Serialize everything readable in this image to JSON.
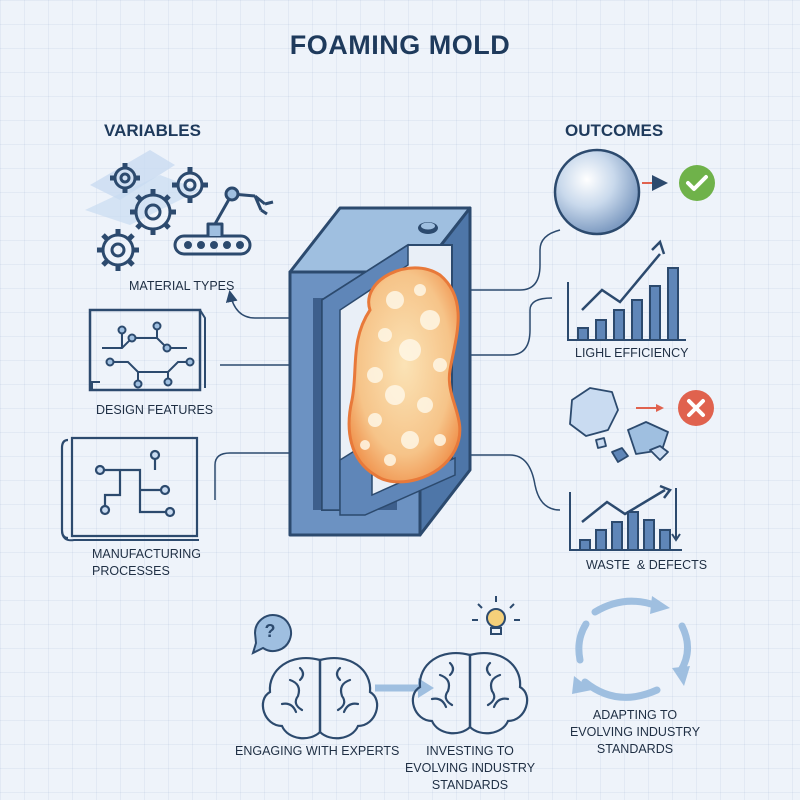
{
  "title": "FOAMING MOLD",
  "variables": {
    "heading": "VARIABLES",
    "items": [
      "MATERIAL TYPES",
      "DESIGN FEATURES",
      "MANUFACTURING PROCESSES"
    ]
  },
  "outcomes": {
    "heading": "OUTCOMES",
    "items": [
      "LIGHL EFFICIENCY",
      "WASTE  & DEFECTS"
    ]
  },
  "bottom": {
    "experts": "ENGAGING WITH EXPERTS",
    "investing": "INVESTING TO EVOLVING INDUSTRY STANDARDS",
    "adapting": "ADAPTING TO EVOLVING INDUSTRY STANDARDS"
  },
  "glyphs": {
    "question": "?"
  },
  "colors": {
    "navy": "#2c4a6e",
    "mold_blue": "#5f86b8",
    "foam_orange": "#f0944f",
    "foam_light": "#f9d6a0",
    "check_green": "#6fb24a",
    "cross_red": "#e0624e",
    "accent_blue": "#9fbfe0"
  },
  "icons": [
    "gear-icon",
    "robot-arm-icon",
    "circuit-diagram-icon",
    "blueprint-icon",
    "sphere-icon",
    "check-icon",
    "bar-chart-icon",
    "rubble-icon",
    "cross-icon",
    "brain-icon",
    "question-bubble-icon",
    "lightbulb-icon",
    "cycle-arrows-icon"
  ]
}
